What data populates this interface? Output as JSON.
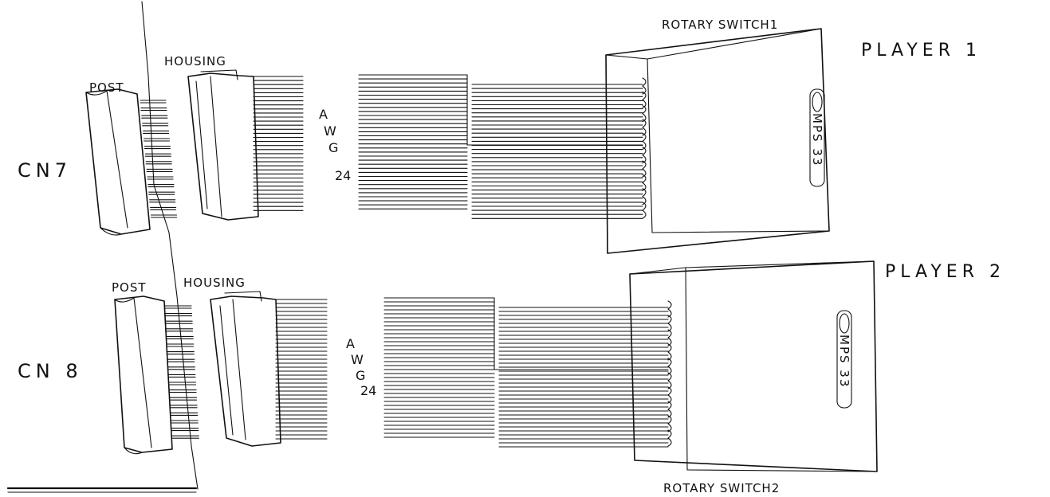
{
  "connectors": [
    {
      "name": "CN7",
      "post_label": "POST",
      "housing_label": "HOUSING",
      "wire_gauge": [
        "A",
        "W",
        "G",
        "24"
      ],
      "switch_label": "ROTARY SWITCH1",
      "player_label": "PLAYER 1",
      "switch_part": "MPS 33"
    },
    {
      "name": "CN 8",
      "post_label": "POST",
      "housing_label": "HOUSING",
      "wire_gauge": [
        "A",
        "W",
        "G",
        "24"
      ],
      "switch_label": "ROTARY SWITCH2",
      "player_label": "PLAYER 2",
      "switch_part": "MPS 33"
    }
  ]
}
